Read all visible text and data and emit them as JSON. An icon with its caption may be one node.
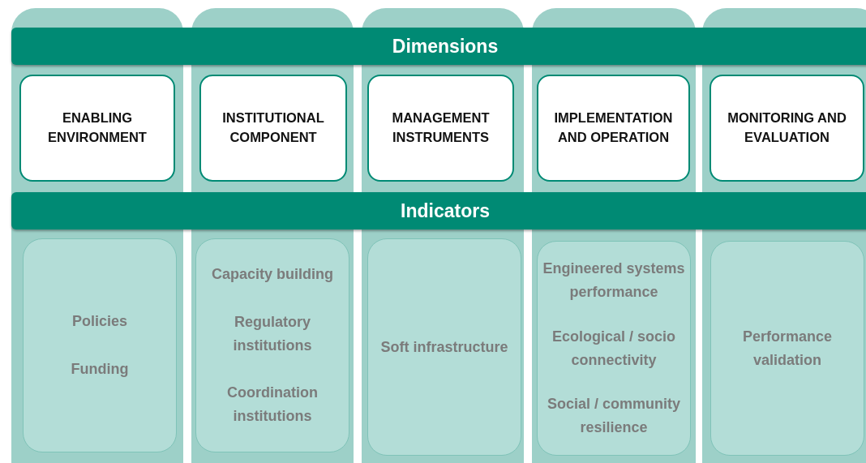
{
  "diagram": {
    "nodes": [
      {
        "text": [
          "Dimensions"
        ]
      },
      {
        "text": [
          "Indicators"
        ]
      },
      {
        "text": [],
        "shape": "box"
      },
      {
        "text": [
          "ENABLING ENVIRONMENT"
        ],
        "in": 2
      },
      {
        "text": [
          "Policies",
          "Funding"
        ],
        "in": 2
      },
      {
        "text": [],
        "shape": "box"
      },
      {
        "text": [
          "INSTITUTIONAL COMPONENT"
        ],
        "in": 5
      },
      {
        "text": [
          "Capacity building",
          "Regulatory institutions",
          "Coordination institutions"
        ],
        "in": 5
      },
      {
        "text": [],
        "shape": "box"
      },
      {
        "text": [
          "MANAGEMENT INSTRUMENTS"
        ],
        "in": 8
      },
      {
        "text": [
          "Soft infrastructure"
        ],
        "in": 8
      },
      {
        "text": [],
        "shape": "box"
      },
      {
        "text": [
          "IMPLEMENTATION AND OPERATION"
        ],
        "in": 11
      },
      {
        "text": [
          "Engineered systems performance",
          "Ecological / socio connectivity",
          "Social / community resilience"
        ],
        "in": 11
      },
      {
        "text": [],
        "shape": "box"
      },
      {
        "text": [
          "MONITORING AND EVALUATION"
        ],
        "in": 14
      },
      {
        "text": [
          "Performance validation"
        ],
        "in": 14
      }
    ]
  }
}
